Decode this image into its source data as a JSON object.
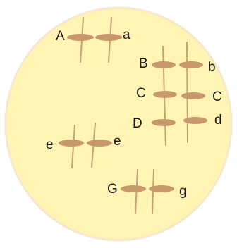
{
  "figure": {
    "colors": {
      "cell_fill": "#fff4b3",
      "cell_border": "#f6e8cc",
      "chromosome": "#c4a17a",
      "allele_band": "#c7996a"
    },
    "pairs": [
      {
        "id": "A-a",
        "loci": [
          {
            "left": "A",
            "right": "a"
          }
        ]
      },
      {
        "id": "BCD-bcd",
        "loci": [
          {
            "left": "B",
            "right": "b"
          },
          {
            "left": "C",
            "right": "C"
          },
          {
            "left": "D",
            "right": "d"
          }
        ]
      },
      {
        "id": "e-e",
        "loci": [
          {
            "left": "e",
            "right": "e"
          }
        ]
      },
      {
        "id": "G-g",
        "loci": [
          {
            "left": "G",
            "right": "g"
          }
        ]
      }
    ]
  }
}
